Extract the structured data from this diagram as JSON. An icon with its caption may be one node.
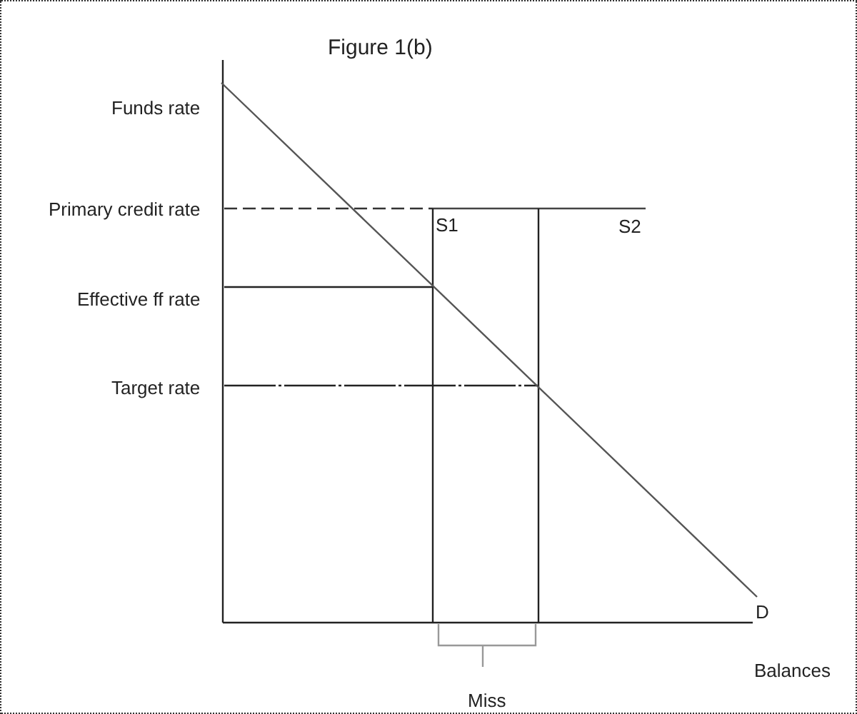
{
  "diagram": {
    "title": "Figure 1(b)",
    "labels": [
      "Funds rate",
      "Primary credit rate",
      "S1",
      "S2",
      "Effective ff rate",
      "Target rate",
      "D",
      "Balances",
      "Miss"
    ]
  }
}
